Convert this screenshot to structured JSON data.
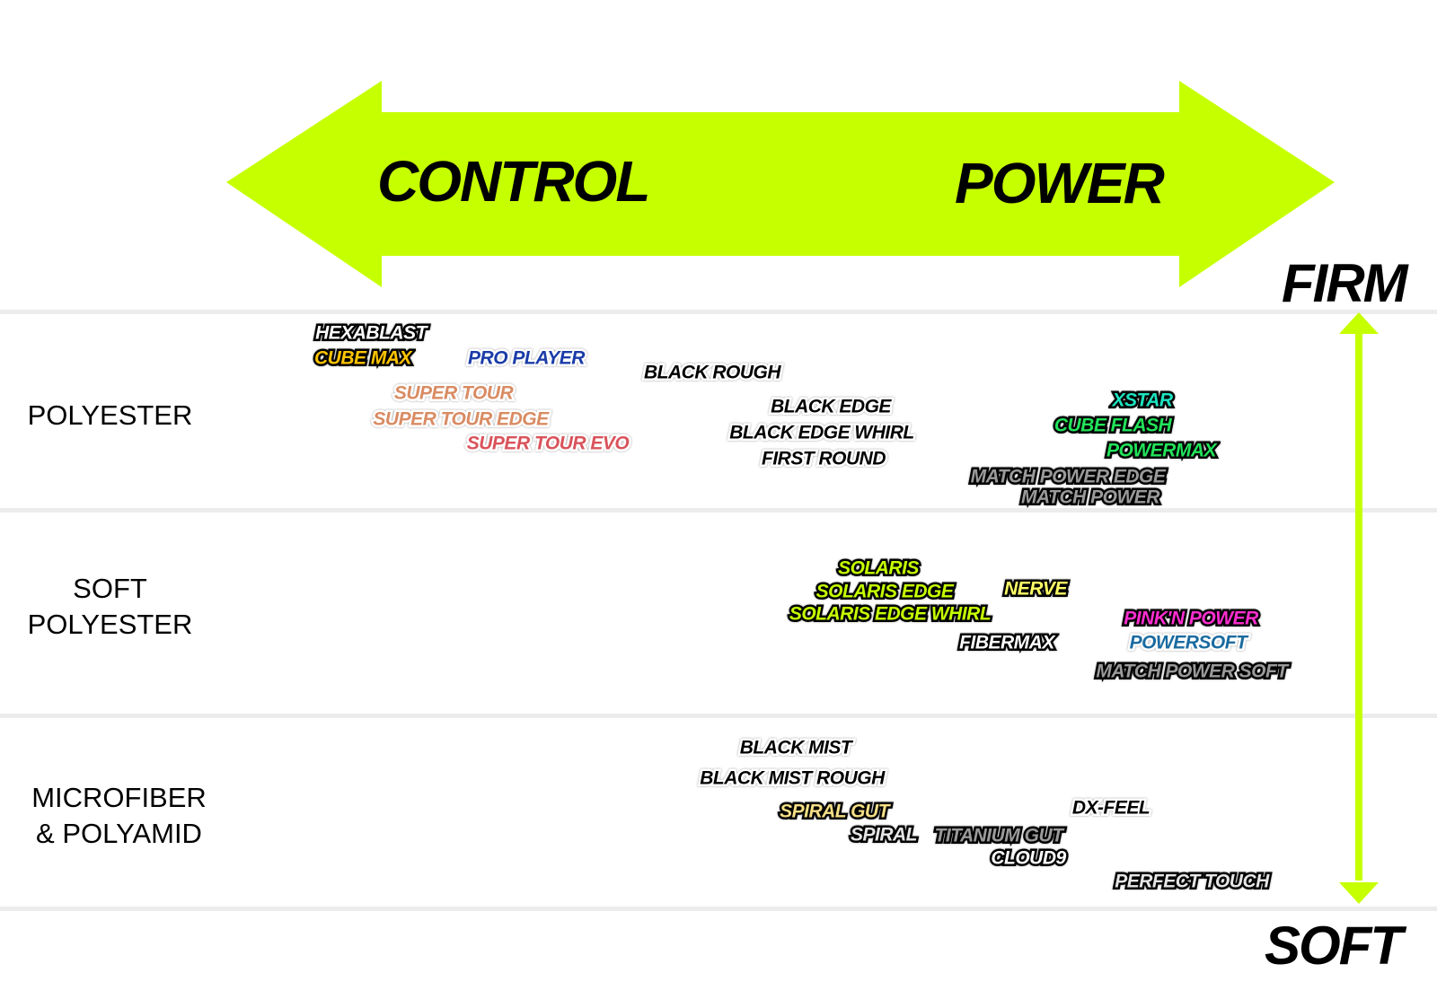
{
  "header": {
    "left_label": "CONTROL",
    "right_label": "POWER",
    "top_label": "FIRM",
    "bottom_label": "SOFT"
  },
  "colors": {
    "accent": "#c6ff00",
    "divider": "#ececec",
    "text": "#000000"
  },
  "categories": [
    {
      "lines": [
        "POLYESTER"
      ]
    },
    {
      "lines": [
        "SOFT",
        "POLYESTER"
      ]
    },
    {
      "lines": [
        "MICROFIBER",
        "& POLYAMID"
      ]
    }
  ],
  "strings": [
    {
      "name": "HEXABLAST",
      "fill": "#ffffff",
      "style": "dark"
    },
    {
      "name": "CUBE MAX",
      "fill": "#ffc400",
      "style": "dark"
    },
    {
      "name": "PRO PLAYER",
      "fill": "#1a3ca8",
      "style": "light"
    },
    {
      "name": "BLACK ROUGH",
      "fill": "#000000",
      "style": "light"
    },
    {
      "name": "SUPER TOUR",
      "fill": "#d98b63",
      "style": "light"
    },
    {
      "name": "SUPER TOUR EDGE",
      "fill": "#d98b63",
      "style": "light"
    },
    {
      "name": "SUPER TOUR EVO",
      "fill": "#d9535b",
      "style": "light"
    },
    {
      "name": "BLACK EDGE",
      "fill": "#000000",
      "style": "light"
    },
    {
      "name": "BLACK EDGE WHIRL",
      "fill": "#000000",
      "style": "light"
    },
    {
      "name": "FIRST ROUND",
      "fill": "#000000",
      "style": "light"
    },
    {
      "name": "XSTAR",
      "fill": "#1de3c0",
      "style": "dark"
    },
    {
      "name": "CUBE FLASH",
      "fill": "#22e35a",
      "style": "dark"
    },
    {
      "name": "POWERMAX",
      "fill": "#22e35a",
      "style": "dark"
    },
    {
      "name": "MATCH POWER EDGE",
      "fill": "#9a9a9a",
      "style": "dark"
    },
    {
      "name": "MATCH POWER",
      "fill": "#9a9a9a",
      "style": "dark"
    },
    {
      "name": "SOLARIS",
      "fill": "#c6ff00",
      "style": "dark"
    },
    {
      "name": "SOLARIS EDGE",
      "fill": "#c6ff00",
      "style": "dark"
    },
    {
      "name": "NERVE",
      "fill": "#ffff66",
      "style": "dark"
    },
    {
      "name": "SOLARIS EDGE WHIRL",
      "fill": "#c6ff00",
      "style": "dark"
    },
    {
      "name": "PINK'N POWER",
      "fill": "#ff2ed0",
      "style": "dark"
    },
    {
      "name": "FIBERMAX",
      "fill": "#ffffff",
      "style": "dark"
    },
    {
      "name": "POWERSOFT",
      "fill": "#1a6ba0",
      "style": "light"
    },
    {
      "name": "MATCH POWER SOFT",
      "fill": "#9a9a9a",
      "style": "dark"
    },
    {
      "name": "BLACK MIST",
      "fill": "#000000",
      "style": "light"
    },
    {
      "name": "BLACK MIST ROUGH",
      "fill": "#000000",
      "style": "light"
    },
    {
      "name": "SPIRAL GUT",
      "fill": "#f5df86",
      "style": "dark"
    },
    {
      "name": "DX-FEEL",
      "fill": "#000000",
      "style": "light"
    },
    {
      "name": "SPIRAL",
      "fill": "#e6e6e6",
      "style": "dark"
    },
    {
      "name": "TITANIUM GUT",
      "fill": "#9a9a9a",
      "style": "dark"
    },
    {
      "name": "CLOUD9",
      "fill": "#ffffff",
      "style": "dark"
    },
    {
      "name": "PERFECT TOUCH",
      "fill": "#e6e6e6",
      "style": "dark"
    }
  ]
}
